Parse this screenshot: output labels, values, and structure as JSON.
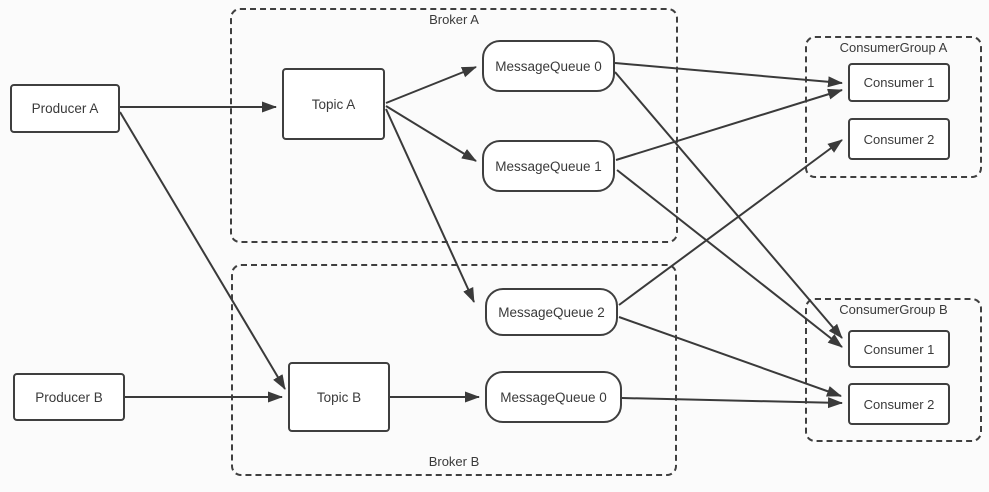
{
  "diagram": {
    "background_color": "#fbfbfb",
    "line_color": "#3a3a3a",
    "box_background_color": "#ffffff"
  },
  "groups": {
    "broker_a": {
      "label": "Broker A"
    },
    "broker_b": {
      "label": "Broker B"
    },
    "consumer_group_a": {
      "label": "ConsumerGroup A"
    },
    "consumer_group_b": {
      "label": "ConsumerGroup B"
    }
  },
  "nodes": {
    "producer_a": {
      "label": "Producer A"
    },
    "producer_b": {
      "label": "Producer B"
    },
    "topic_a": {
      "label": "Topic A"
    },
    "topic_b": {
      "label": "Topic B"
    },
    "mq0_broker_a": {
      "label": "MessageQueue 0"
    },
    "mq1_broker_a": {
      "label": "MessageQueue 1"
    },
    "mq2_broker_b": {
      "label": "MessageQueue 2"
    },
    "mq0_broker_b": {
      "label": "MessageQueue 0"
    },
    "consumer1_group_a": {
      "label": "Consumer 1"
    },
    "consumer2_group_a": {
      "label": "Consumer 2"
    },
    "consumer1_group_b": {
      "label": "Consumer 1"
    },
    "consumer2_group_b": {
      "label": "Consumer 2"
    }
  },
  "edges": [
    {
      "from": "producer_a",
      "to": "topic_a",
      "points": [
        120,
        107,
        276,
        107
      ]
    },
    {
      "from": "producer_a",
      "to": "topic_b",
      "points": [
        120,
        112,
        285,
        389
      ]
    },
    {
      "from": "producer_b",
      "to": "topic_b",
      "points": [
        125,
        397,
        282,
        397
      ]
    },
    {
      "from": "topic_a",
      "to": "mq0_broker_a",
      "points": [
        386,
        103,
        476,
        67
      ]
    },
    {
      "from": "topic_a",
      "to": "mq1_broker_a",
      "points": [
        386,
        106,
        476,
        161
      ]
    },
    {
      "from": "topic_a",
      "to": "mq2_broker_b",
      "points": [
        386,
        109,
        474,
        302
      ]
    },
    {
      "from": "topic_b",
      "to": "mq0_broker_b",
      "points": [
        390,
        397,
        479,
        397
      ]
    },
    {
      "from": "mq0_broker_a",
      "to": "consumer1_group_a",
      "points": [
        615,
        63,
        842,
        83
      ]
    },
    {
      "from": "mq1_broker_a",
      "to": "consumer1_group_a",
      "points": [
        616,
        160,
        842,
        90
      ]
    },
    {
      "from": "mq2_broker_b",
      "to": "consumer2_group_a",
      "points": [
        619,
        305,
        842,
        140
      ]
    },
    {
      "from": "mq0_broker_a",
      "to": "consumer1_group_b",
      "points": [
        615,
        72,
        842,
        338
      ]
    },
    {
      "from": "mq1_broker_a",
      "to": "consumer1_group_b",
      "points": [
        617,
        170,
        842,
        347
      ]
    },
    {
      "from": "mq2_broker_b",
      "to": "consumer2_group_b",
      "points": [
        619,
        317,
        841,
        396
      ]
    },
    {
      "from": "mq0_broker_b",
      "to": "consumer2_group_b",
      "points": [
        622,
        398,
        842,
        403
      ]
    }
  ]
}
